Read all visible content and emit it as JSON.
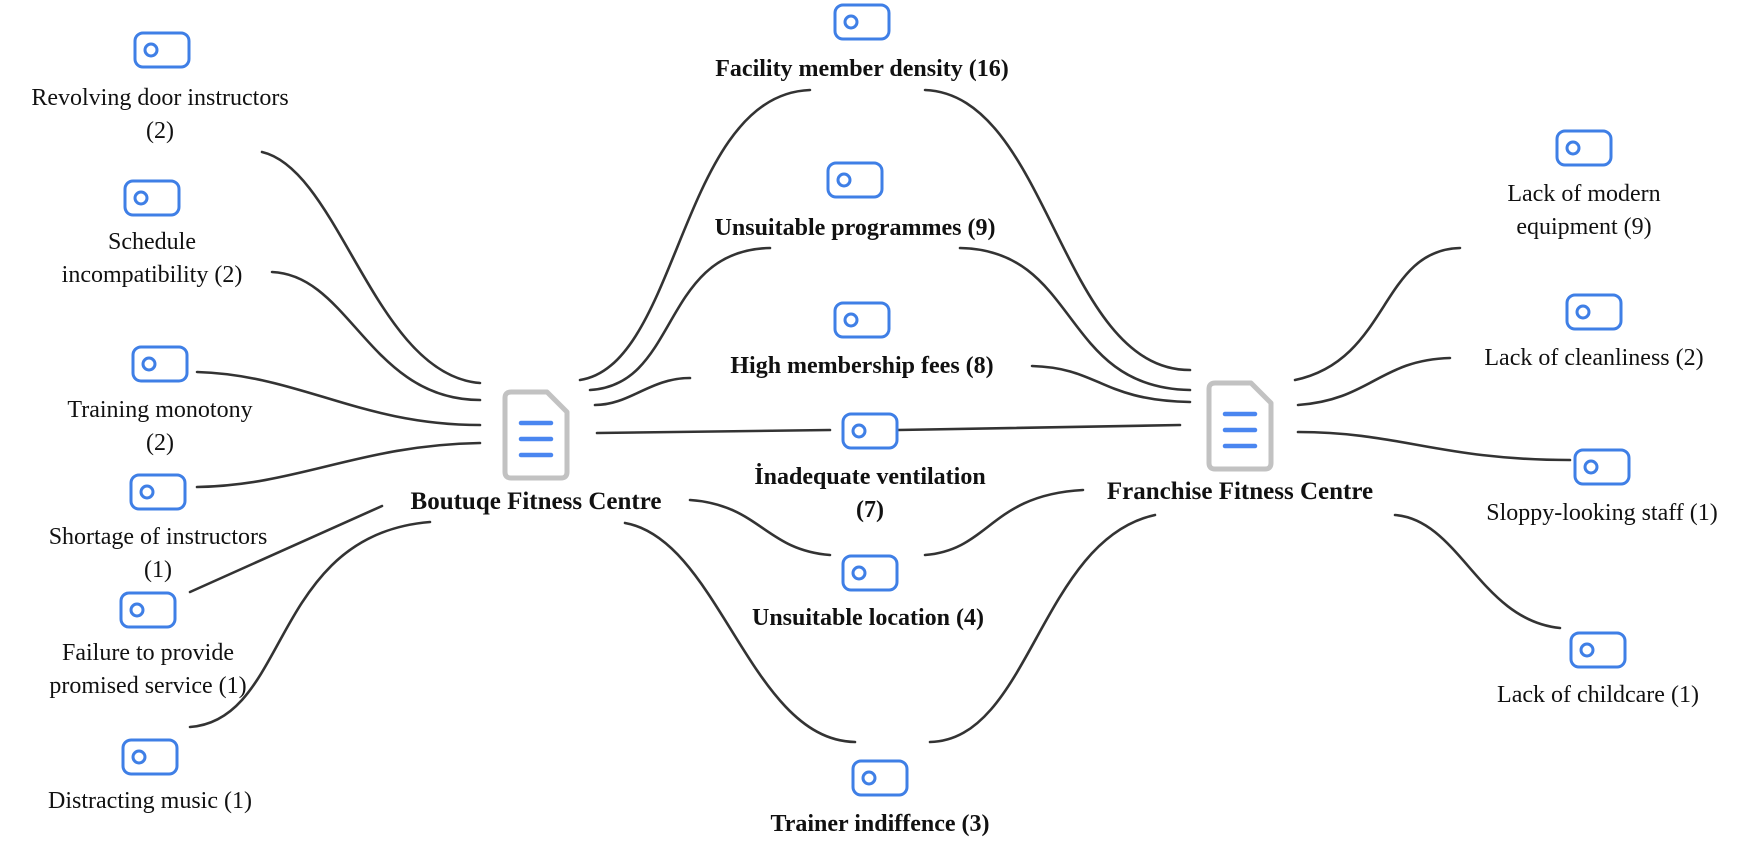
{
  "colors": {
    "link": "#333333",
    "code_icon": "#3f7fe6",
    "doc_icon_border": "#c2c2c2",
    "doc_icon_lines": "#4a86f0"
  },
  "icons": {
    "code": "code-node-icon",
    "document": "document-icon"
  },
  "hubs": {
    "boutique": "Boutuqe Fitness Centre",
    "franchise": "Franchise Fitness Centre"
  },
  "left_codes": [
    {
      "line1": "Revolving door instructors",
      "line2": "(2)"
    },
    {
      "line1": "Schedule",
      "line2": "incompatibility (2)"
    },
    {
      "line1": "Training monotony",
      "line2": "(2)"
    },
    {
      "line1": "Shortage of instructors",
      "line2": "(1)"
    },
    {
      "line1": "Failure to provide",
      "line2": "promised service (1)"
    },
    {
      "line1": "Distracting music (1)",
      "line2": ""
    }
  ],
  "shared_codes": [
    {
      "line1": "Facility member density  (16)",
      "line2": ""
    },
    {
      "line1": "Unsuitable programmes (9)",
      "line2": ""
    },
    {
      "line1": "High membership fees (8)",
      "line2": ""
    },
    {
      "line1": "İnadequate ventilation",
      "line2": "(7)"
    },
    {
      "line1": "Unsuitable location (4)",
      "line2": ""
    },
    {
      "line1": "Trainer indiffence  (3)",
      "line2": ""
    }
  ],
  "right_codes": [
    {
      "line1": "Lack of modern",
      "line2": "equipment  (9)"
    },
    {
      "line1": "Lack of cleanliness  (2)",
      "line2": ""
    },
    {
      "line1": "Sloppy-looking staff (1)",
      "line2": ""
    },
    {
      "line1": "Lack of childcare (1)",
      "line2": ""
    }
  ]
}
